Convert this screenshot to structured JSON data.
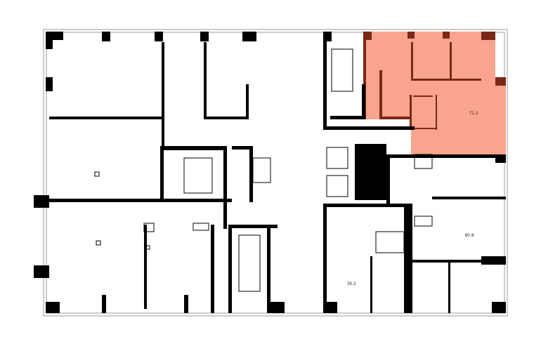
{
  "plan": {
    "highlight_color": "#F9A48E",
    "highlight_wall_color": "#7A2818",
    "wall_color": "#000000",
    "apartments": [
      {
        "id": "apt-selected",
        "area": "71.2",
        "selected": true
      },
      {
        "id": "apt-right",
        "area": "80.8",
        "selected": false
      },
      {
        "id": "apt-bottom",
        "area": "39.2",
        "selected": false
      }
    ]
  }
}
